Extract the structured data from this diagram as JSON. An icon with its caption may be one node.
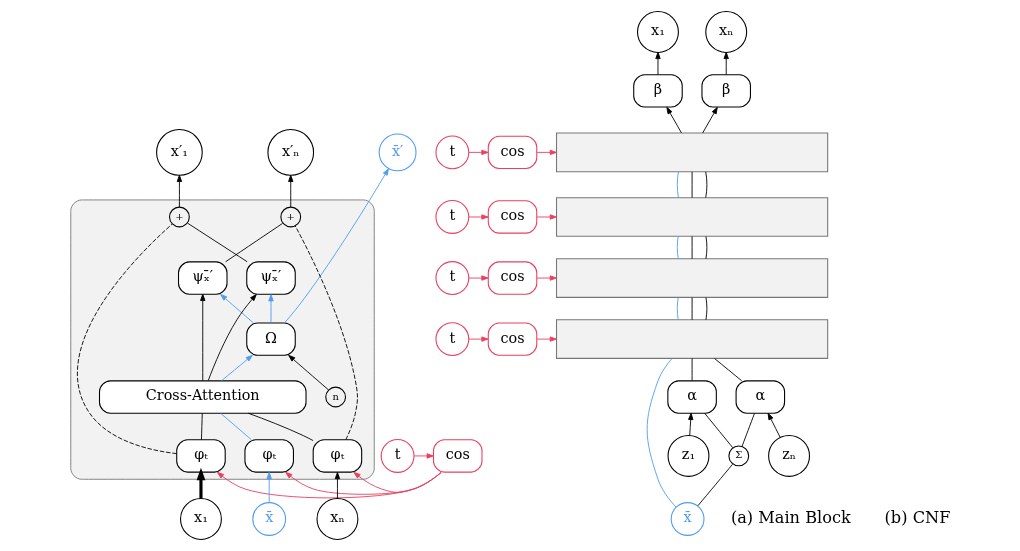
{
  "diagram": {
    "nodes": [
      {
        "text": [],
        "shape": "box"
      },
      {
        "text": [
          "x̄′"
        ]
      },
      {
        "text": [
          "x′₁"
        ]
      },
      {
        "text": [
          "x′ₙ"
        ]
      },
      {
        "text": [
          "+"
        ],
        "in": 0
      },
      {
        "text": [
          "+"
        ],
        "in": 0
      },
      {
        "text": [
          "ψₓ̄′"
        ],
        "in": 0
      },
      {
        "text": [
          "ψₓ̄′"
        ],
        "in": 0
      },
      {
        "text": [
          "Ω"
        ],
        "in": 0
      },
      {
        "text": [
          "n"
        ],
        "in": 0
      },
      {
        "text": [
          "Cross-Attention"
        ],
        "in": 0
      },
      {
        "text": [
          "φₜ"
        ],
        "in": 0
      },
      {
        "text": [
          "φₜ"
        ],
        "in": 0
      },
      {
        "text": [
          "φₜ"
        ],
        "in": 0
      },
      {
        "text": [
          "t"
        ]
      },
      {
        "text": [
          "cos"
        ]
      },
      {
        "text": [
          "x̄"
        ]
      },
      {
        "text": [
          "x₁"
        ]
      },
      {
        "text": [
          "xₙ"
        ]
      },
      {
        "text": [
          "x₁"
        ]
      },
      {
        "text": [
          "xₙ"
        ]
      },
      {
        "text": [
          "β"
        ]
      },
      {
        "text": [
          "β"
        ]
      },
      {
        "text": [],
        "shape": "bar"
      },
      {
        "text": [],
        "shape": "bar"
      },
      {
        "text": [],
        "shape": "bar"
      },
      {
        "text": [],
        "shape": "bar"
      },
      {
        "text": [
          "t"
        ]
      },
      {
        "text": [
          "t"
        ]
      },
      {
        "text": [
          "t"
        ]
      },
      {
        "text": [
          "t"
        ]
      },
      {
        "text": [
          "cos"
        ]
      },
      {
        "text": [
          "cos"
        ]
      },
      {
        "text": [
          "cos"
        ]
      },
      {
        "text": [
          "cos"
        ]
      },
      {
        "text": [
          "x̄"
        ]
      },
      {
        "text": [
          "Σ"
        ]
      },
      {
        "text": [
          "α"
        ]
      },
      {
        "text": [
          "α"
        ]
      },
      {
        "text": [
          "z₁"
        ]
      },
      {
        "text": [
          "zₙ"
        ]
      }
    ],
    "edges": [
      {
        "from": 14,
        "to": 15,
        "arrow": "to",
        "color": "#e8405f"
      },
      {
        "from": 15,
        "to": 11,
        "arrow": "to",
        "color": "#e8405f"
      },
      {
        "from": 15,
        "to": 12,
        "arrow": "to",
        "color": "#e8405f"
      },
      {
        "from": 15,
        "to": 13,
        "arrow": "to",
        "color": "#e8405f"
      },
      {
        "from": 16,
        "to": 11,
        "arrow": "to",
        "color": "#4f9cf2"
      },
      {
        "from": 17,
        "to": 12,
        "arrow": "to",
        "style": "thick"
      },
      {
        "from": 18,
        "to": 13,
        "arrow": "to"
      },
      {
        "from": 11,
        "to": 10,
        "arrow": "none",
        "color": "#4f9cf2"
      },
      {
        "from": 12,
        "to": 10,
        "arrow": "none"
      },
      {
        "from": 13,
        "to": 10,
        "arrow": "none"
      },
      {
        "from": 12,
        "to": 4,
        "arrow": "none",
        "style": "dashed"
      },
      {
        "from": 13,
        "to": 5,
        "arrow": "none",
        "style": "dashed"
      },
      {
        "from": 10,
        "to": 8,
        "arrow": "to",
        "color": "#4f9cf2"
      },
      {
        "from": 9,
        "to": 8,
        "arrow": "to"
      },
      {
        "from": 10,
        "to": 6,
        "arrow": "to"
      },
      {
        "from": 10,
        "to": 7,
        "arrow": "to"
      },
      {
        "from": 8,
        "to": 6,
        "arrow": "to",
        "color": "#4f9cf2"
      },
      {
        "from": 8,
        "to": 7,
        "arrow": "to",
        "color": "#4f9cf2"
      },
      {
        "from": 8,
        "to": 1,
        "arrow": "to",
        "color": "#4f9cf2"
      },
      {
        "from": 6,
        "to": 4,
        "arrow": "none"
      },
      {
        "from": 7,
        "to": 5,
        "arrow": "none"
      },
      {
        "from": 4,
        "to": 2,
        "arrow": "to"
      },
      {
        "from": 5,
        "to": 3,
        "arrow": "to"
      },
      {
        "from": 39,
        "to": 37,
        "arrow": "to"
      },
      {
        "from": 40,
        "to": 38,
        "arrow": "to"
      },
      {
        "from": 35,
        "to": 36,
        "arrow": "none"
      },
      {
        "from": 36,
        "to": 37,
        "arrow": "none"
      },
      {
        "from": 36,
        "to": 38,
        "arrow": "none"
      },
      {
        "from": 35,
        "to": 26,
        "arrow": "none",
        "color": "#4f9cf2"
      },
      {
        "from": 37,
        "to": 26,
        "arrow": "none"
      },
      {
        "from": 38,
        "to": 26,
        "arrow": "none"
      },
      {
        "from": 26,
        "to": 25,
        "arrow": "none",
        "color": "#4f9cf2"
      },
      {
        "from": 26,
        "to": 25,
        "arrow": "none"
      },
      {
        "from": 26,
        "to": 25,
        "arrow": "none"
      },
      {
        "from": 25,
        "to": 24,
        "arrow": "none",
        "color": "#4f9cf2"
      },
      {
        "from": 25,
        "to": 24,
        "arrow": "none"
      },
      {
        "from": 25,
        "to": 24,
        "arrow": "none"
      },
      {
        "from": 24,
        "to": 23,
        "arrow": "none",
        "color": "#4f9cf2"
      },
      {
        "from": 24,
        "to": 23,
        "arrow": "none"
      },
      {
        "from": 24,
        "to": 23,
        "arrow": "none"
      },
      {
        "from": 23,
        "to": 21,
        "arrow": "to"
      },
      {
        "from": 23,
        "to": 22,
        "arrow": "to"
      },
      {
        "from": 21,
        "to": 19,
        "arrow": "to"
      },
      {
        "from": 22,
        "to": 20,
        "arrow": "to"
      },
      {
        "from": 27,
        "to": 31,
        "arrow": "to",
        "color": "#e8405f"
      },
      {
        "from": 28,
        "to": 32,
        "arrow": "to",
        "color": "#e8405f"
      },
      {
        "from": 29,
        "to": 33,
        "arrow": "to",
        "color": "#e8405f"
      },
      {
        "from": 30,
        "to": 34,
        "arrow": "to",
        "color": "#e8405f"
      },
      {
        "from": 31,
        "to": 23,
        "arrow": "to",
        "color": "#e8405f"
      },
      {
        "from": 32,
        "to": 24,
        "arrow": "to",
        "color": "#e8405f"
      },
      {
        "from": 33,
        "to": 25,
        "arrow": "to",
        "color": "#e8405f"
      },
      {
        "from": 34,
        "to": 26,
        "arrow": "to",
        "color": "#e8405f"
      }
    ],
    "labels": [
      "(a) Main Block",
      "(b) CNF"
    ]
  }
}
